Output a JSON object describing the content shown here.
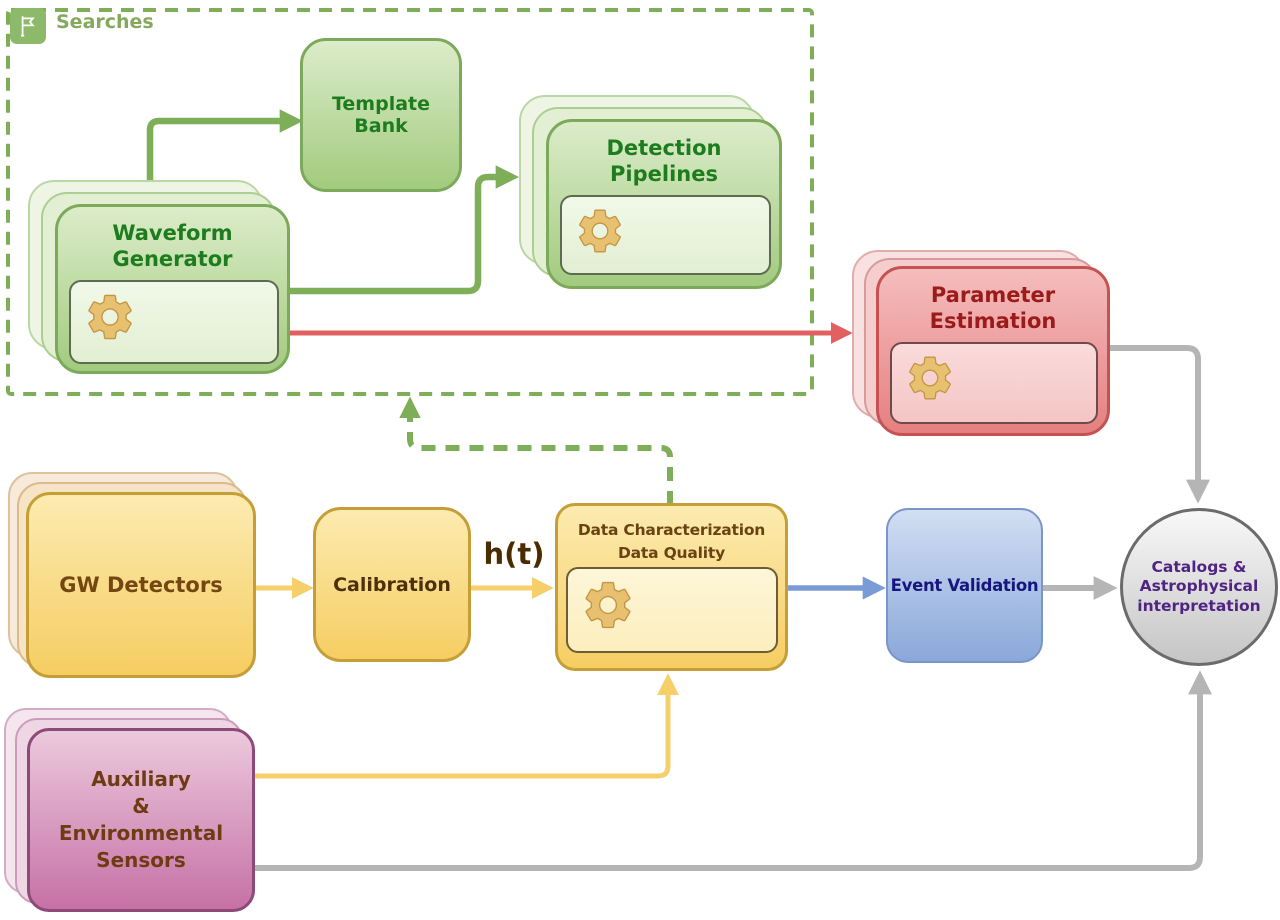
{
  "diagram": {
    "searches_group": {
      "label": "Searches"
    },
    "nodes": {
      "template_bank": {
        "lines": [
          "Template Bank"
        ]
      },
      "waveform_generator": {
        "lines": [
          "Waveform",
          "Generator"
        ]
      },
      "detection_pipelines": {
        "lines": [
          "Detection",
          "Pipelines"
        ]
      },
      "parameter_estimation": {
        "lines": [
          "Parameter",
          "Estimation"
        ]
      },
      "gw_detectors": {
        "lines": [
          "GW Detectors"
        ]
      },
      "calibration": {
        "lines": [
          "Calibration"
        ]
      },
      "data_characterization": {
        "lines": [
          "Data Characterization",
          "Data Quality"
        ]
      },
      "event_validation": {
        "lines": [
          "Event Validation"
        ]
      },
      "catalogs": {
        "lines": [
          "Catalogs &",
          "Astrophysical",
          "interpretation"
        ]
      },
      "auxiliary_sensors": {
        "lines": [
          "Auxiliary",
          "&",
          "Environmental",
          "Sensors"
        ]
      }
    },
    "edge_labels": {
      "calibrated_strain": "h(t)"
    },
    "colors": {
      "group_green": "#7fae58",
      "green_box_border": "#7ca95a",
      "green_text": "#1d7c1d",
      "red_arrow": "#e26060",
      "red_text": "#9b1a1a",
      "yellow_arrow": "#f6cf6a",
      "brown_text": "#744611",
      "blue_arrow": "#7b9bd6",
      "navy_text": "#16167e",
      "gray_arrow": "#b5b5b5",
      "purple_text": "#502482",
      "magenta_box": "#c671a6",
      "gear_gold": "#e8c170"
    }
  }
}
